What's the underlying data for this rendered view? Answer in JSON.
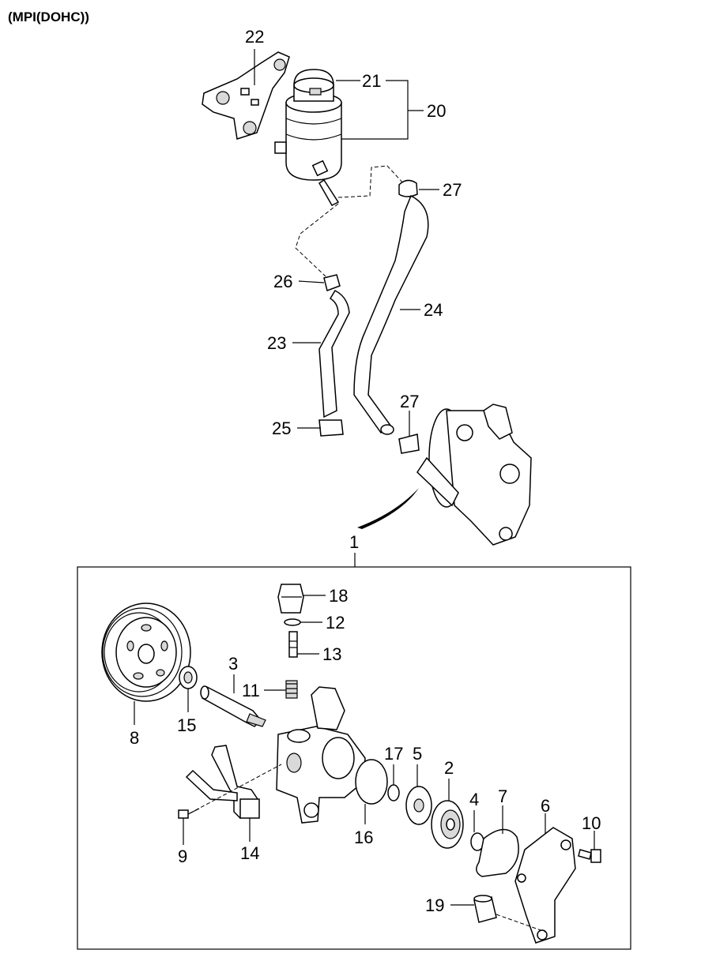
{
  "heading": "(MPI(DOHC))",
  "labels": {
    "p1": "1",
    "p2": "2",
    "p3": "3",
    "p4": "4",
    "p5": "5",
    "p6": "6",
    "p7": "7",
    "p8": "8",
    "p9": "9",
    "p10": "10",
    "p11": "11",
    "p12": "12",
    "p13": "13",
    "p14": "14",
    "p15": "15",
    "p16": "16",
    "p17": "17",
    "p18": "18",
    "p19": "19",
    "p20": "20",
    "p21": "21",
    "p22": "22",
    "p23": "23",
    "p24": "24",
    "p25": "25",
    "p26": "26",
    "p27a": "27",
    "p27b": "27"
  }
}
